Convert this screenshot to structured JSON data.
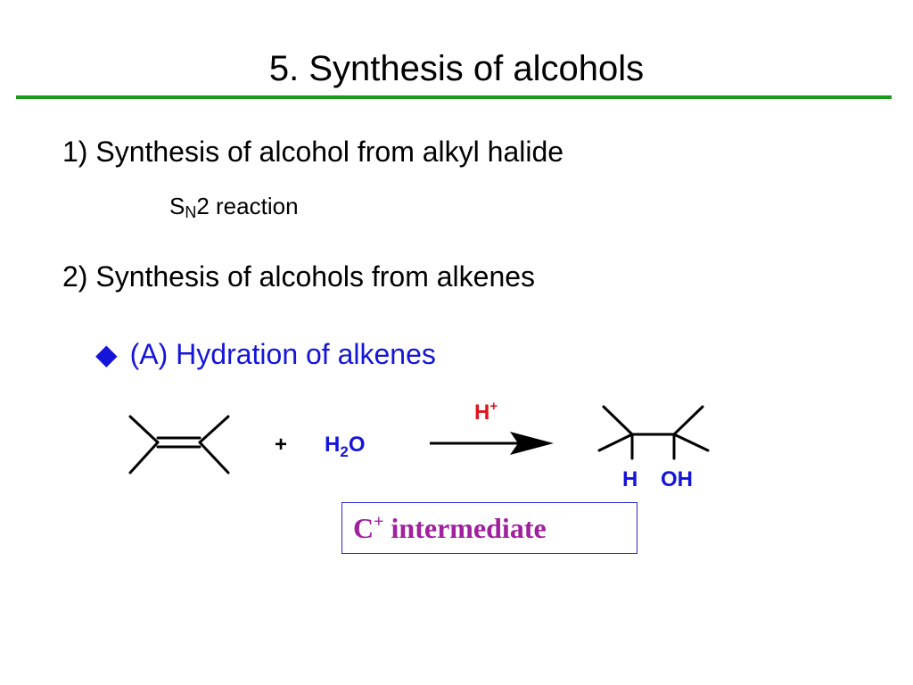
{
  "slide": {
    "title": "5. Synthesis of alcohols",
    "section1": {
      "heading": "1) Synthesis of alcohol from alkyl halide",
      "reaction_s": "S",
      "reaction_n": "N",
      "reaction_rest": "2 reaction"
    },
    "section2": {
      "heading": "2) Synthesis of alcohols from alkenes"
    },
    "bullet": {
      "symbol": "◆",
      "text": "(A) Hydration of alkenes"
    },
    "reaction": {
      "plus": "+",
      "water_h": "H",
      "water_2": "2",
      "water_o": "O",
      "catalyst_h": "H",
      "catalyst_plus": "+",
      "product_h": "H",
      "product_oh": "OH"
    },
    "intermediate": {
      "c": "C",
      "plus": "+",
      "text": " intermediate"
    },
    "colors": {
      "rule": "#1a9a1a",
      "blue": "#1515d9",
      "red": "#e0141c",
      "purple": "#a0219e"
    }
  }
}
